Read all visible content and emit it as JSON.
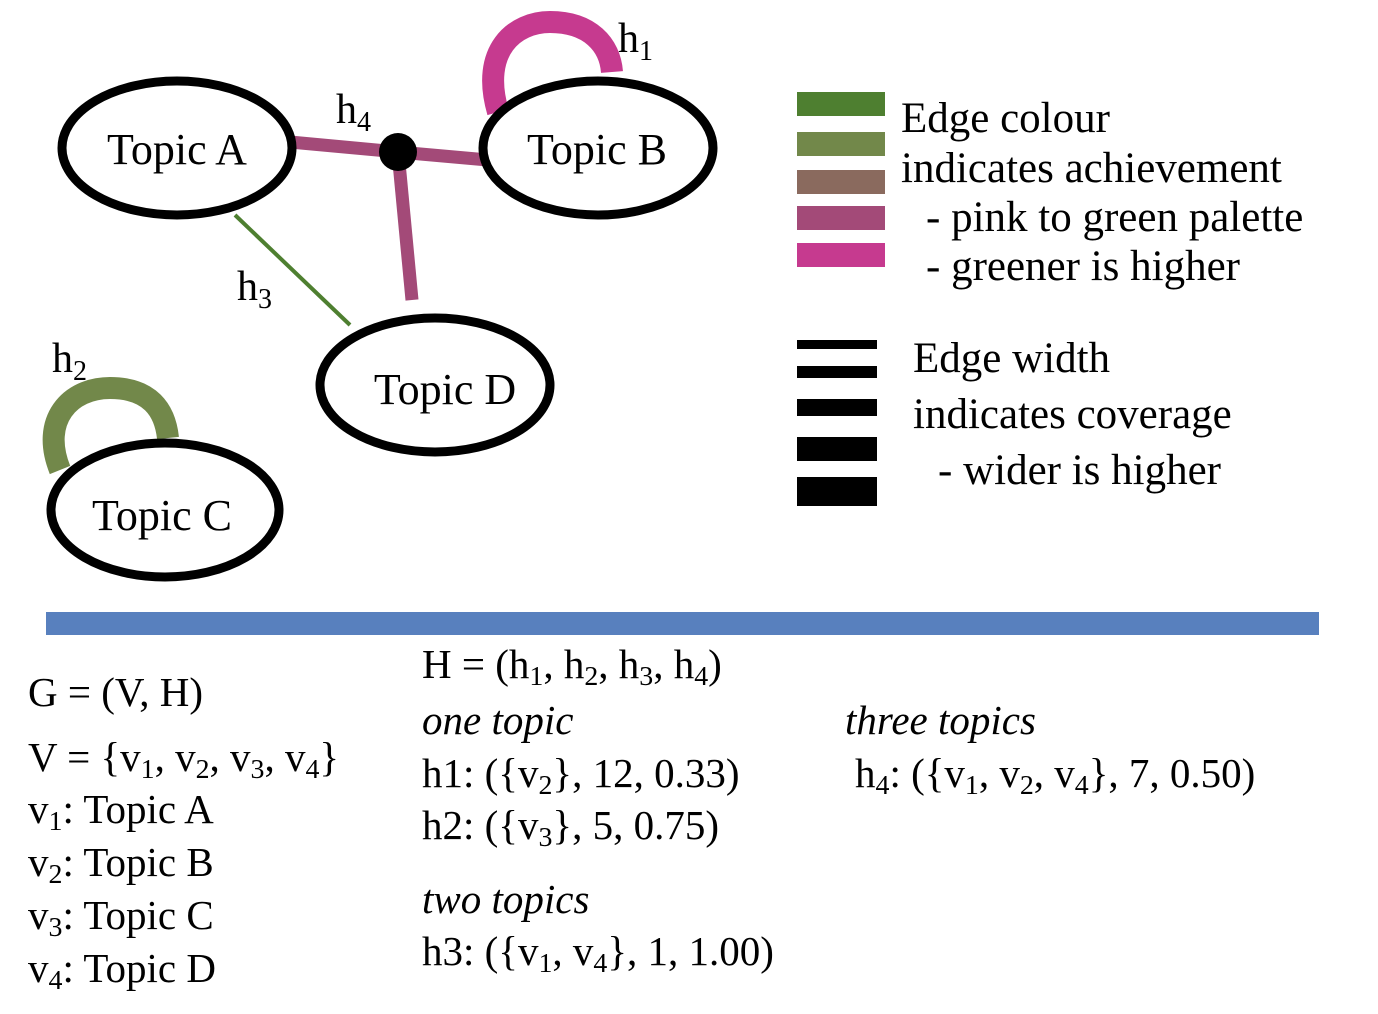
{
  "nodes": [
    {
      "id": "A",
      "label": "Topic A"
    },
    {
      "id": "B",
      "label": "Topic B"
    },
    {
      "id": "C",
      "label": "Topic C"
    },
    {
      "id": "D",
      "label": "Topic D"
    }
  ],
  "edge_labels": {
    "h1": "h",
    "h1_sub": "1",
    "h2": "h",
    "h2_sub": "2",
    "h3": "h",
    "h3_sub": "3",
    "h4": "h",
    "h4_sub": "4"
  },
  "colors": {
    "palette": [
      "#4e7f30",
      "#72884a",
      "#8a6a5e",
      "#a34a78",
      "#c63a8f"
    ],
    "h1": "#c63a8f",
    "h2": "#72884a",
    "h3": "#4e7f30",
    "h4": "#a34a78",
    "divider": "#5880be"
  },
  "legend": {
    "colour_lines": [
      "Edge colour",
      "indicates achievement",
      "- pink to green palette",
      "- greener is higher"
    ],
    "width_lines": [
      "Edge width",
      "indicates coverage",
      "- wider is higher"
    ]
  },
  "definitions": {
    "G": "G  = (V, H)",
    "V": {
      "lhs": "V = {",
      "items": [
        "v",
        "1",
        ", v",
        "2",
        ", v",
        "3",
        ", v",
        "4",
        "}"
      ]
    },
    "vertices": [
      {
        "v": "v",
        "sub": "1",
        "label": ": Topic A"
      },
      {
        "v": "v",
        "sub": "2",
        "label": ": Topic B"
      },
      {
        "v": "v",
        "sub": "3",
        "label": ": Topic C"
      },
      {
        "v": "v",
        "sub": "4",
        "label": ": Topic D"
      }
    ],
    "H": {
      "parts": [
        "H = (h",
        "1",
        ", h",
        "2",
        ", h",
        "3",
        ", h",
        "4",
        ")"
      ]
    },
    "one_topic": "one topic",
    "h1": {
      "parts": [
        "h1: ({v",
        "2",
        "}, 12, 0.33)"
      ]
    },
    "h2": {
      "parts": [
        "h2: ({v",
        "3",
        "}, 5, 0.75)"
      ]
    },
    "two_topics": "two topics",
    "h3": {
      "parts": [
        "h3: ({v",
        "1",
        ", v",
        "4",
        "}, 1, 1.00)"
      ]
    },
    "three_topics": "three topics",
    "h4": {
      "parts": [
        "h",
        "4",
        ": ({v",
        "1",
        ", v",
        "2",
        ", v",
        "4",
        "}, 7, 0.50)"
      ]
    }
  }
}
